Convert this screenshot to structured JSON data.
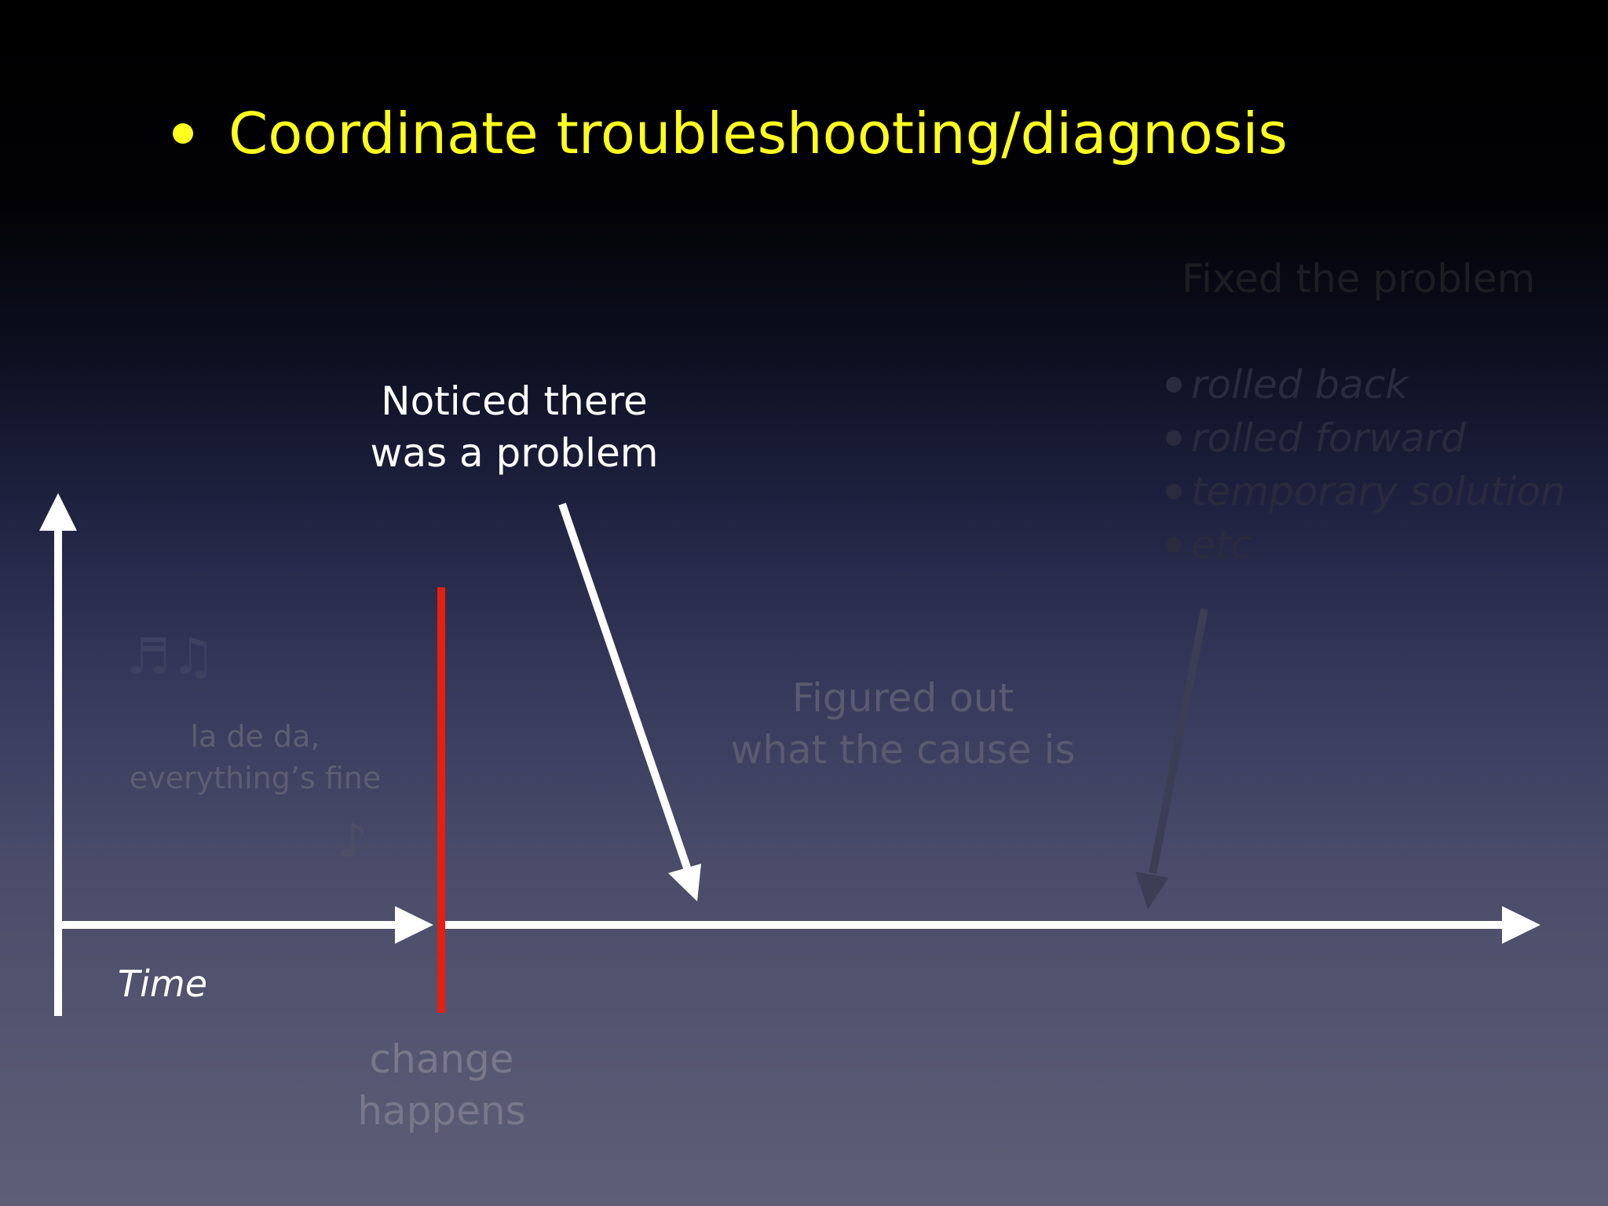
{
  "slide": {
    "bullet_title": "Coordinate troubleshooting/diagnosis"
  },
  "diagram": {
    "time_axis_label": "Time",
    "change_label_line1": "change",
    "change_label_line2": "happens",
    "noticed_line1": "Noticed there",
    "noticed_line2": "was a problem",
    "figured_line1": "Figured out",
    "figured_line2": "what the cause is",
    "fixed_title": "Fixed the problem",
    "fixed_items": [
      "rolled back",
      "rolled forward",
      "temporary solution",
      "etc"
    ],
    "lada_line1": "la de da,",
    "lada_line2": "everything’s fine",
    "music_notes_upper": "♬♫",
    "music_note_lower": "♪"
  },
  "colors": {
    "title_yellow": "#ffff1e",
    "change_line_red": "#e52012",
    "axis_white": "#ffffff",
    "faded_arrow": "#3c3e55"
  }
}
